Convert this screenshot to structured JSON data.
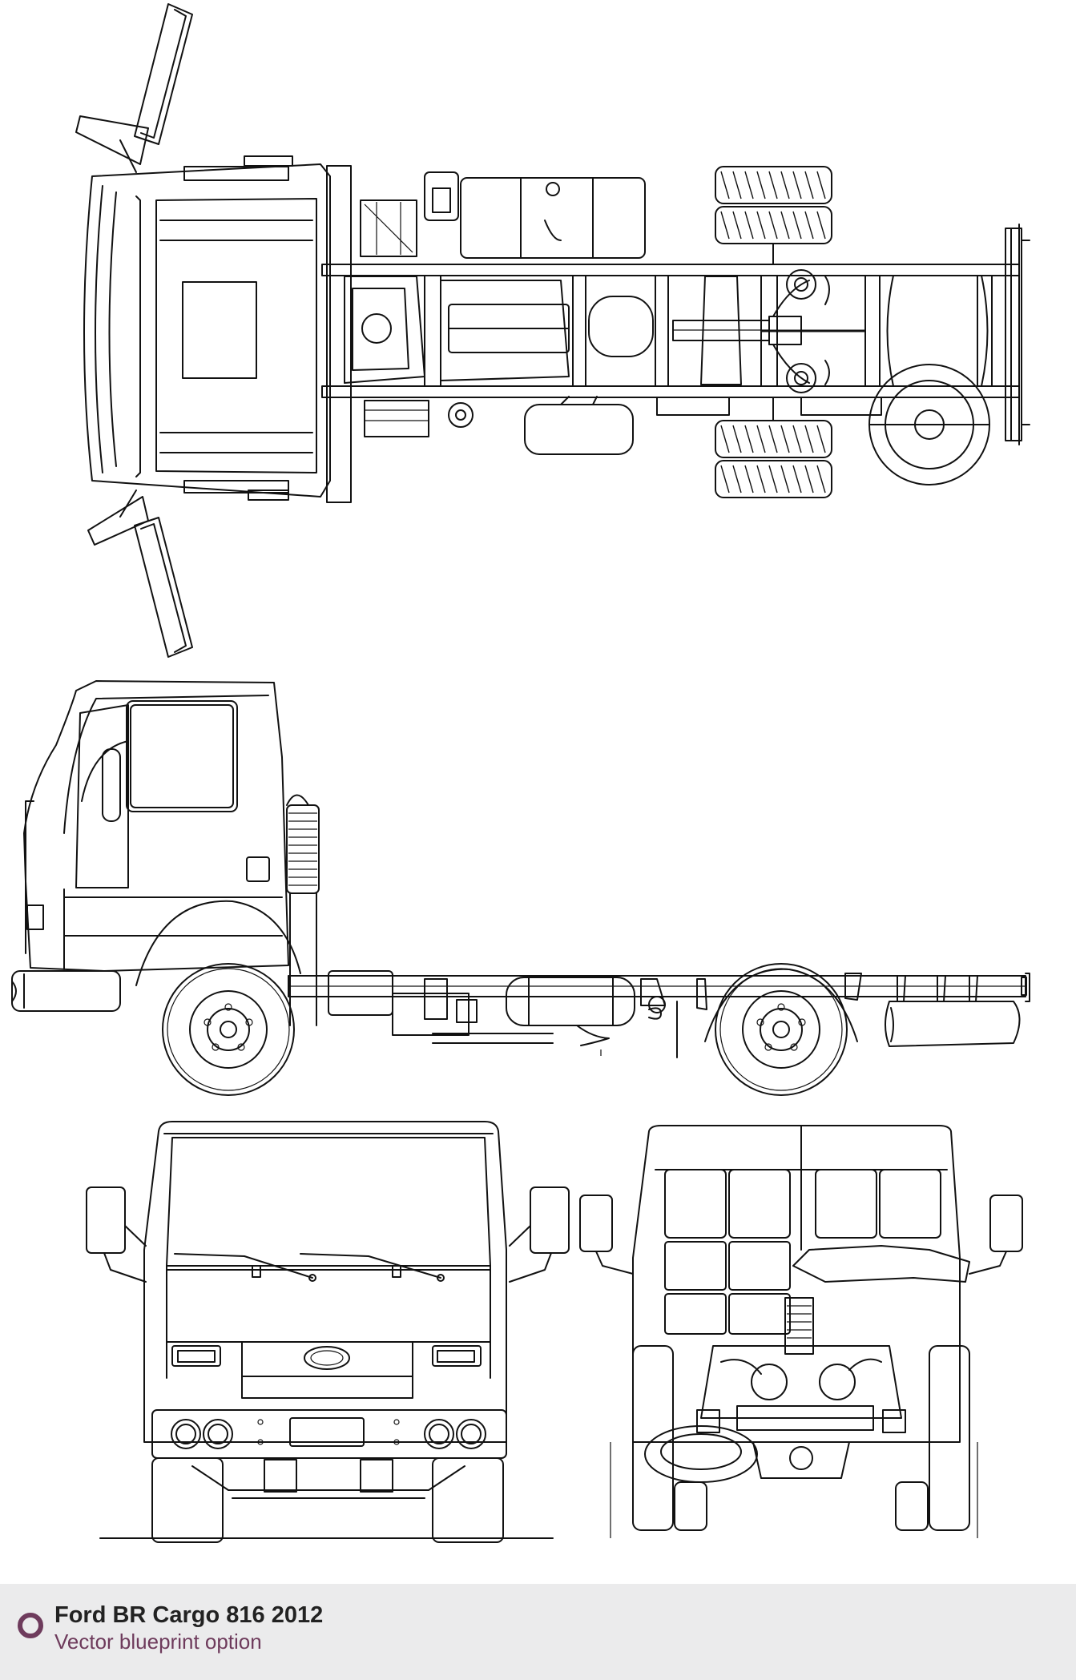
{
  "footer": {
    "title": "Ford BR Cargo 816 2012",
    "subtitle": "Vector blueprint option",
    "accent_color": "#6e3b5c",
    "badge_icon": "ring-icon"
  },
  "drawing": {
    "views": [
      "top-view",
      "side-view",
      "front-view",
      "rear-view"
    ],
    "line_color": "#111111",
    "background_color": "#ffffff"
  }
}
